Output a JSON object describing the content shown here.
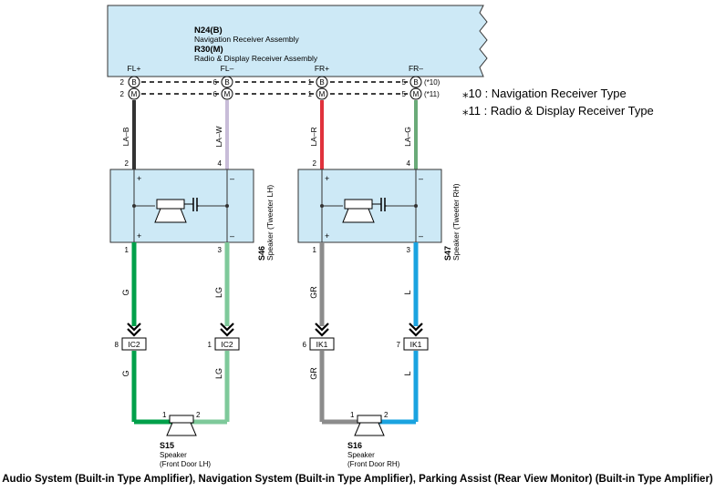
{
  "receiver": {
    "code1": "N24(B)",
    "name1": "Navigation Receiver Assembly",
    "code2": "R30(M)",
    "name2": "Radio & Display Receiver Assembly"
  },
  "terminals": [
    {
      "label": "FL+",
      "pin_b": "2",
      "pin_m": "2"
    },
    {
      "label": "FL–",
      "pin_b": "6",
      "pin_m": "6"
    },
    {
      "label": "FR+",
      "pin_b": "1",
      "pin_m": "1"
    },
    {
      "label": "FR–",
      "pin_b": "5",
      "pin_m": "5",
      "note_b": "(*10)",
      "note_m": "(*11)"
    }
  ],
  "connector_letters": {
    "b": "B",
    "m": "M"
  },
  "notes": [
    "⁎10 : Navigation Receiver Type",
    "⁎11 : Radio & Display Receiver Type"
  ],
  "wires_top": [
    "LA–B",
    "LA–W",
    "LA–R",
    "LA–G"
  ],
  "tweeters": [
    {
      "code": "S46",
      "name": "Speaker (Tweeter LH)",
      "pin_in_left": "2",
      "pin_in_right": "4",
      "pin_out_left": "1",
      "pin_out_right": "3"
    },
    {
      "code": "S47",
      "name": "Speaker (Tweeter RH)",
      "pin_in_left": "2",
      "pin_in_right": "4",
      "pin_out_left": "1",
      "pin_out_right": "3"
    }
  ],
  "polarity": {
    "plus": "+",
    "minus": "–"
  },
  "wires_mid": [
    "G",
    "LG",
    "GR",
    "L"
  ],
  "junctions": [
    {
      "pin": "8",
      "label": "IC2"
    },
    {
      "pin": "1",
      "label": "IC2"
    },
    {
      "pin": "6",
      "label": "IK1"
    },
    {
      "pin": "7",
      "label": "IK1"
    }
  ],
  "wires_low": [
    "G",
    "LG",
    "GR",
    "L"
  ],
  "speakers": [
    {
      "code": "S15",
      "type": "Speaker",
      "location": "(Front Door LH)",
      "pin_left": "1",
      "pin_right": "2"
    },
    {
      "code": "S16",
      "type": "Speaker",
      "location": "(Front Door RH)",
      "pin_left": "1",
      "pin_right": "2"
    }
  ],
  "wire_colors": {
    "black": "#333333",
    "white": "#c8bcd8",
    "red": "#e0323c",
    "green_g": "#6aaa78",
    "green": "#00a04a",
    "light_green": "#7ec99a",
    "gray": "#8c8c8c",
    "blue": "#1aa3e0"
  },
  "caption": "Audio System (Built-in Type Amplifier), Navigation System (Built-in Type Amplifier), Parking Assist (Rear View Monitor) (Built-in Type Amplifier)"
}
